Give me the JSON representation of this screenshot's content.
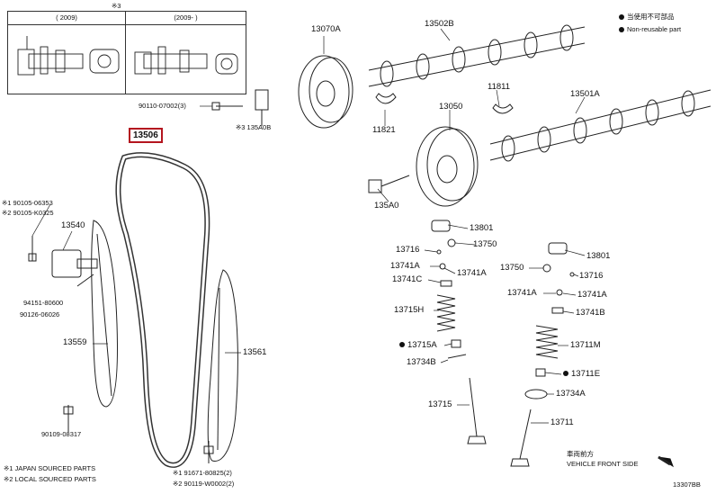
{
  "inset": {
    "note": "※3",
    "left_header": "(    2009)",
    "right_header": "(2009-    )"
  },
  "legend": {
    "dot_line_1": "当使用不可部品",
    "dot_line_2": "Non-reusable part"
  },
  "parts": {
    "p13070A": "13070A",
    "p13502B": "13502B",
    "p90110": "90110-07002(3)",
    "p135A0B": "※3 135A0B",
    "p11821": "11821",
    "p11811": "11811",
    "p13501A": "13501A",
    "p13050": "13050",
    "p13506": "13506",
    "p90105a": "※1 90105-06353",
    "p90105b": "※2 90105-K0325",
    "p13540": "13540",
    "p135A0": "135A0",
    "p94151": "94151-80600",
    "p90126": "90126-06026",
    "p13559": "13559",
    "p13561": "13561",
    "p90109": "90109-08317",
    "p13801a": "13801",
    "p13716a": "13716",
    "p13750a": "13750",
    "p13741Aa": "13741A",
    "p13741Ab": "13741A",
    "p13741C": "13741C",
    "p13715H": "13715H",
    "p13715A": "13715A",
    "p13734B": "13734B",
    "p13715": "13715",
    "p13801b": "13801",
    "p13750b": "13750",
    "p13716b": "13716",
    "p13741Ac": "13741A",
    "p13741Ad": "13741A",
    "p13741B": "13741B",
    "p13711M": "13711M",
    "p13711E": "13711E",
    "p13734A": "13734A",
    "p13711": "13711"
  },
  "footnotes": {
    "f1": "※1 JAPAN SOURCED PARTS",
    "f2": "※2 LOCAL SOURCED PARTS",
    "f3": "※1 91671-80825(2)",
    "f4": "※2 90119-W0002(2)"
  },
  "direction": {
    "jp": "車両前方",
    "en": "VEHICLE FRONT SIDE"
  },
  "figure_id": "13307BB",
  "colors": {
    "highlight": "#b4151f",
    "line": "#111111"
  }
}
